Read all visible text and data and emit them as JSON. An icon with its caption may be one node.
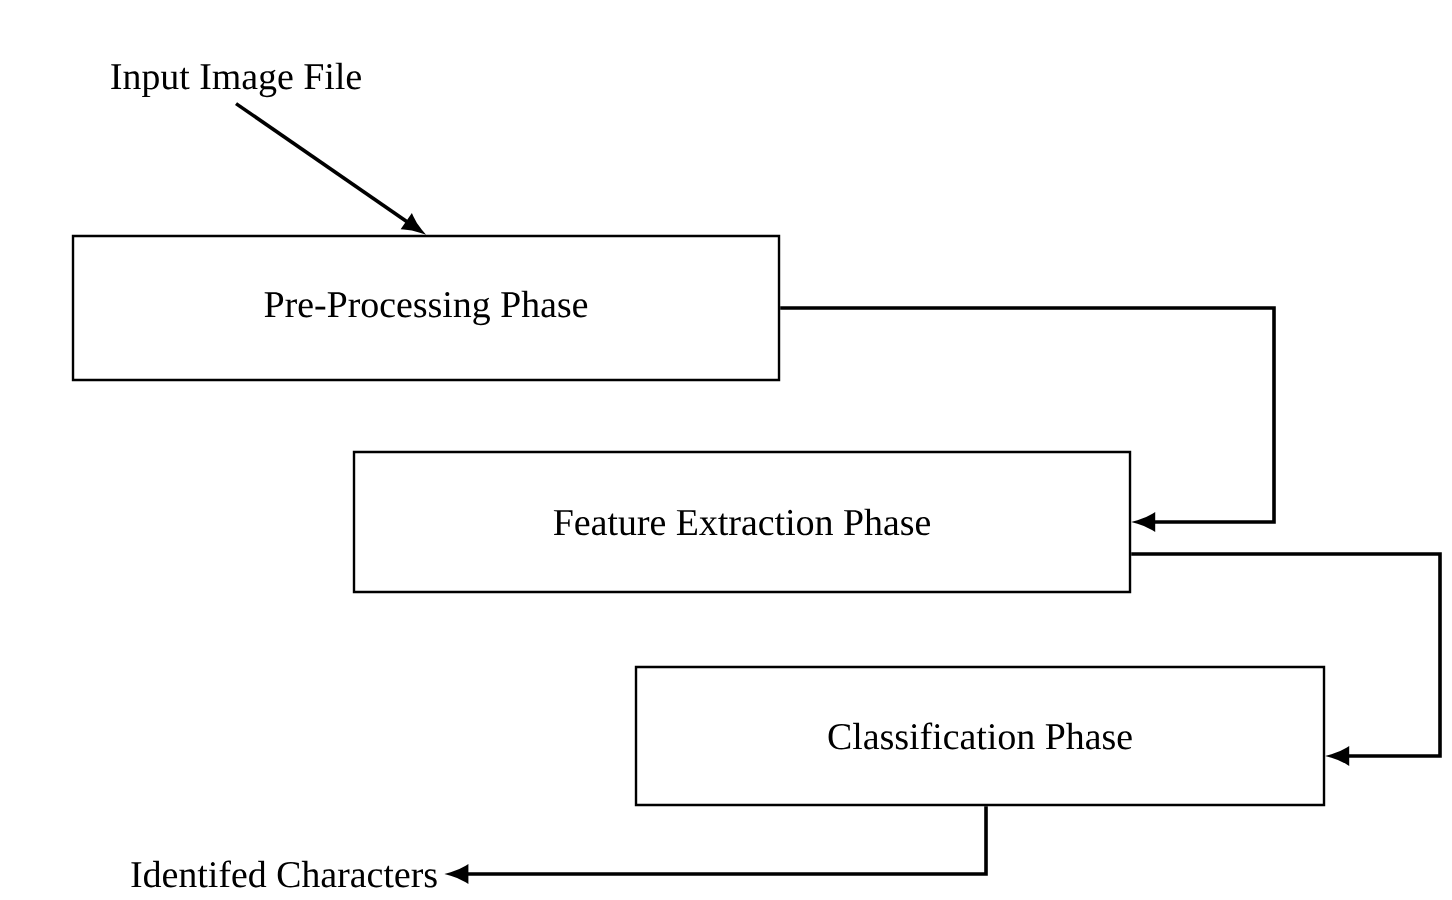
{
  "diagram": {
    "nodes": [
      {
        "text": [
          "Input Image File"
        ]
      },
      {
        "text": [
          "Pre-Processing Phase"
        ]
      },
      {
        "text": [
          "Feature Extraction Phase"
        ]
      },
      {
        "text": [
          "Classification Phase"
        ]
      },
      {
        "text": [
          "Identifed Characters"
        ]
      }
    ],
    "edges": [
      {
        "from": 0,
        "to": 1,
        "arrow": "to"
      },
      {
        "from": 1,
        "to": 2,
        "arrow": "to"
      },
      {
        "from": 2,
        "to": 3,
        "arrow": "to"
      },
      {
        "from": 3,
        "to": 4,
        "arrow": "to"
      }
    ]
  }
}
